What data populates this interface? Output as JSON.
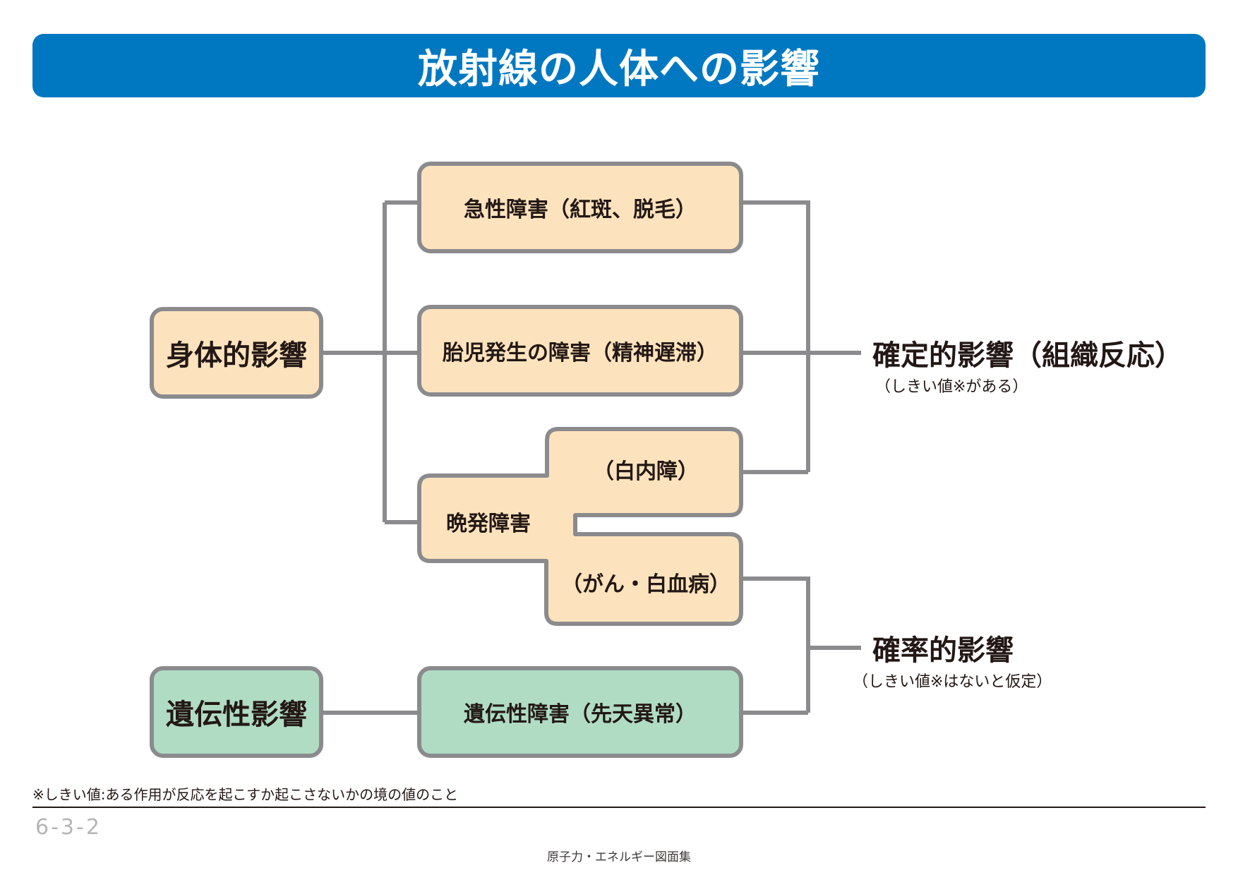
{
  "title": "放射線の人体への影響",
  "categories": {
    "somatic": "身体的影響",
    "hereditary": "遺伝性影響"
  },
  "effects": {
    "acute": "急性障害（紅斑、脱毛）",
    "fetal": "胎児発生の障害（精神遅滞）",
    "late": "晩発障害",
    "cataract": "（白内障）",
    "cancer": "（がん・白血病）",
    "hereditary_disorder": "遺伝性障害（先天異常）"
  },
  "results": {
    "deterministic": "確定的影響（組織反応）",
    "deterministic_note": "（しきい値※がある）",
    "stochastic": "確率的影響",
    "stochastic_note": "（しきい値※はないと仮定）"
  },
  "footnote": "※しきい値:ある作用が反応を起こすか起こさないかの境の値のこと",
  "page_number": "6-3-2",
  "credit": "原子力・エネルギー図面集",
  "colors": {
    "title_bar": "#0078c1",
    "orange_box": "#fde3bd",
    "green_box": "#b0dcc4",
    "line": "#8b8b8e"
  }
}
